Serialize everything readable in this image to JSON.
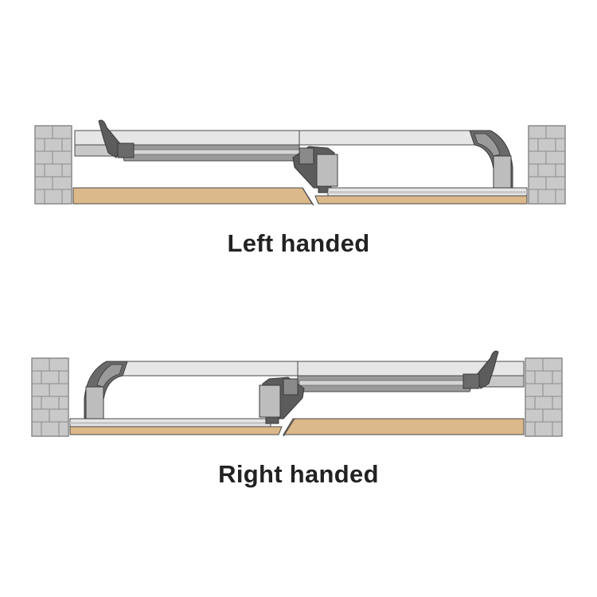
{
  "colors": {
    "brick_fill": "#c9c9c9",
    "brick_line": "#8a8a8a",
    "floor": "#dcb98a",
    "track_light": "#e6e6e6",
    "track_mid": "#c8c8c8",
    "track_dark": "#9a9a9a",
    "bracket_dark": "#5c5c5c",
    "bracket_light": "#bdbdbd",
    "outline": "#4a4a4a",
    "caption": "#222222"
  },
  "figures": [
    {
      "variant": "left",
      "caption": "Left handed"
    },
    {
      "variant": "right",
      "caption": "Right handed"
    }
  ]
}
